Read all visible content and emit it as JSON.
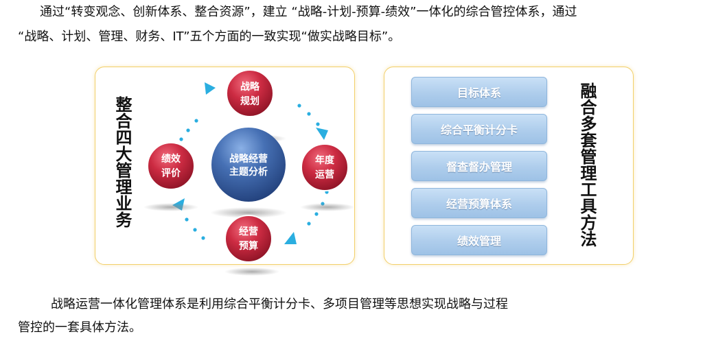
{
  "paragraphs": {
    "intro_line1": "通过“转变观念、创新体系、整合资源”，建立 “战略-计划-预算-绩效”一体化的综合管控体系，通过",
    "intro_line2": "“战略、计划、管理、财务、IT”五个方面的一致实现“做实战略目标”。",
    "summary_line1": "战略运营一体化管理体系是利用综合平衡计分卡、多项目管理等思想实现战略与过程",
    "summary_line2": "管控的一套具体方法。"
  },
  "left_panel": {
    "title": "整合四大管理业务",
    "center": {
      "line1": "战略经营",
      "line2": "主题分析"
    },
    "nodes": {
      "top": {
        "line1": "战略",
        "line2": "规划"
      },
      "right": {
        "line1": "年度",
        "line2": "运营"
      },
      "bottom": {
        "line1": "经营",
        "line2": "预算"
      },
      "left": {
        "line1": "绩效",
        "line2": "评价"
      }
    }
  },
  "right_panel": {
    "title": "融合多套管理工具方法",
    "tools": [
      "目标体系",
      "综合平衡计分卡",
      "督查督办管理",
      "经营预算体系",
      "绩效管理"
    ]
  },
  "colors": {
    "panel_border": "#f2cf6a",
    "node_red": "#c0243a",
    "center_blue": "#3b5f9e",
    "arrow_blue": "#2aaee0",
    "tool_box": "#aecdec"
  }
}
